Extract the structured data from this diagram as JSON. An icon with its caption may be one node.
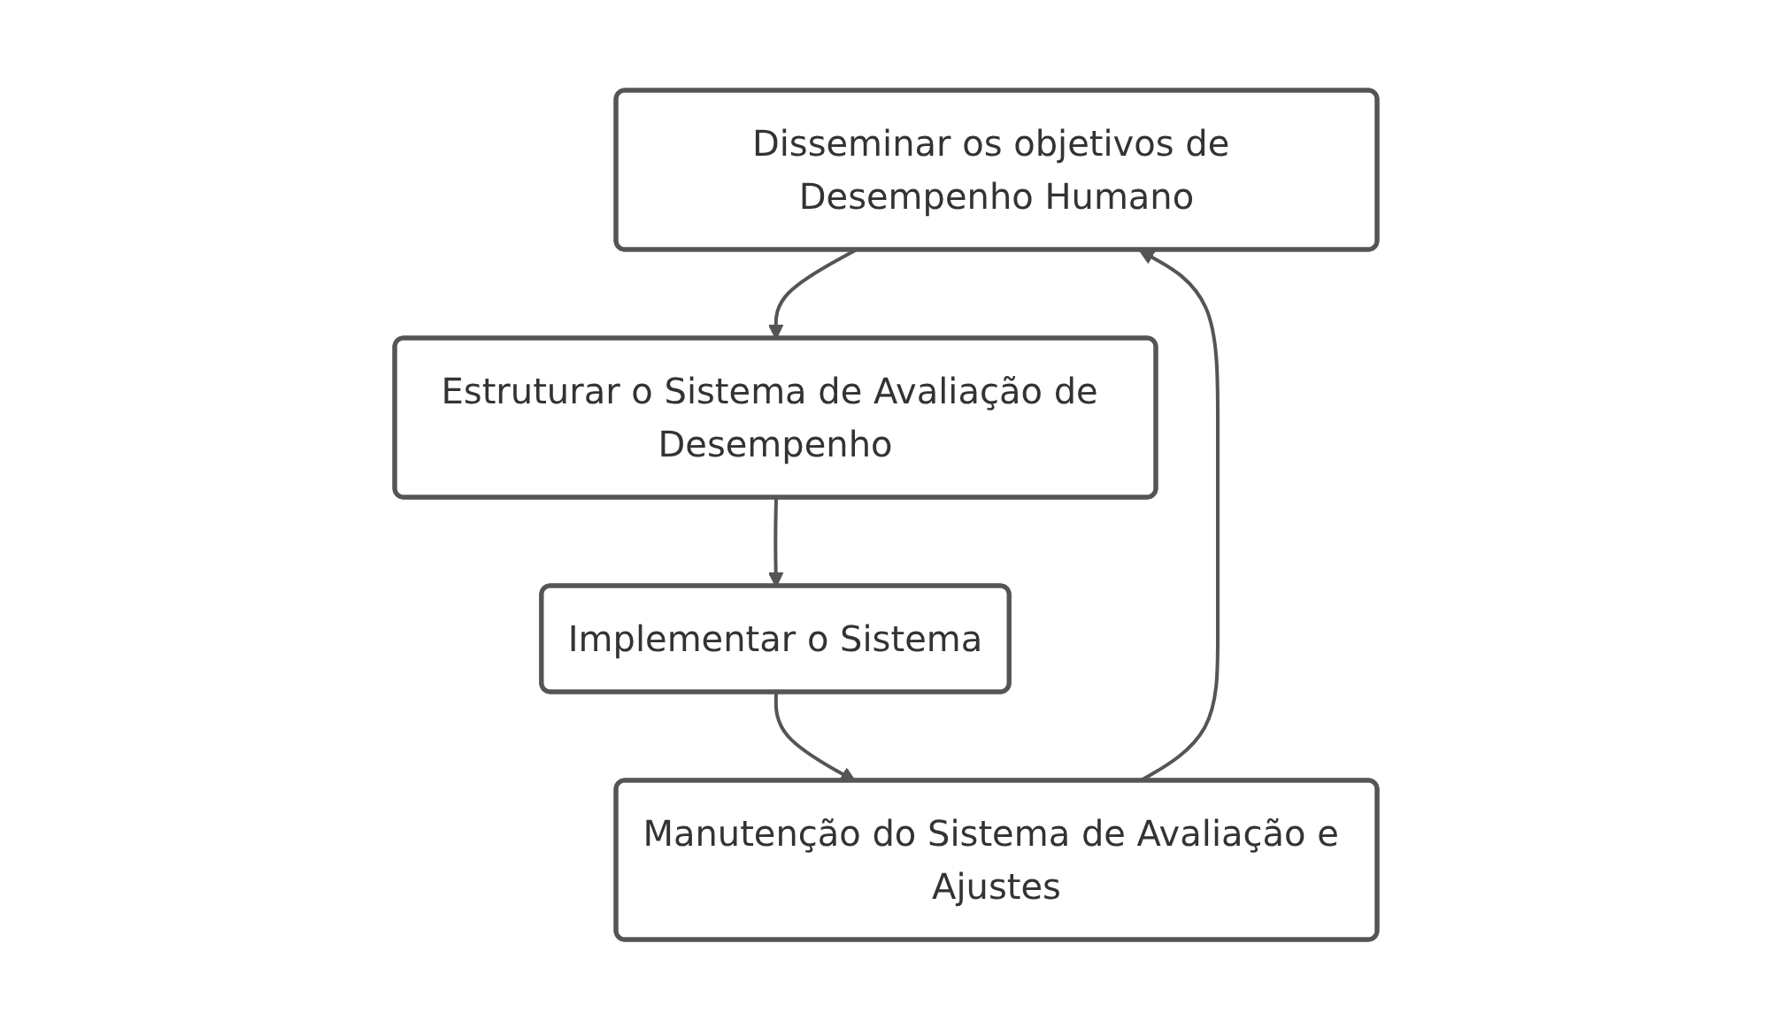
{
  "diagram": {
    "nodes": [
      {
        "text": [
          "Disseminar os objetivos de Desempenho Humano"
        ]
      },
      {
        "text": [
          "Estruturar o Sistema de Avaliação de Desempenho"
        ]
      },
      {
        "text": [
          "Implementar o Sistema"
        ]
      },
      {
        "text": [
          "Manutenção do Sistema de Avaliação e Ajustes"
        ]
      }
    ],
    "edges": [
      {
        "from": 0,
        "to": 1,
        "arrow": "to"
      },
      {
        "from": 1,
        "to": 2,
        "arrow": "to"
      },
      {
        "from": 2,
        "to": 3,
        "arrow": "to"
      },
      {
        "from": 3,
        "to": 0,
        "arrow": "to"
      }
    ]
  }
}
